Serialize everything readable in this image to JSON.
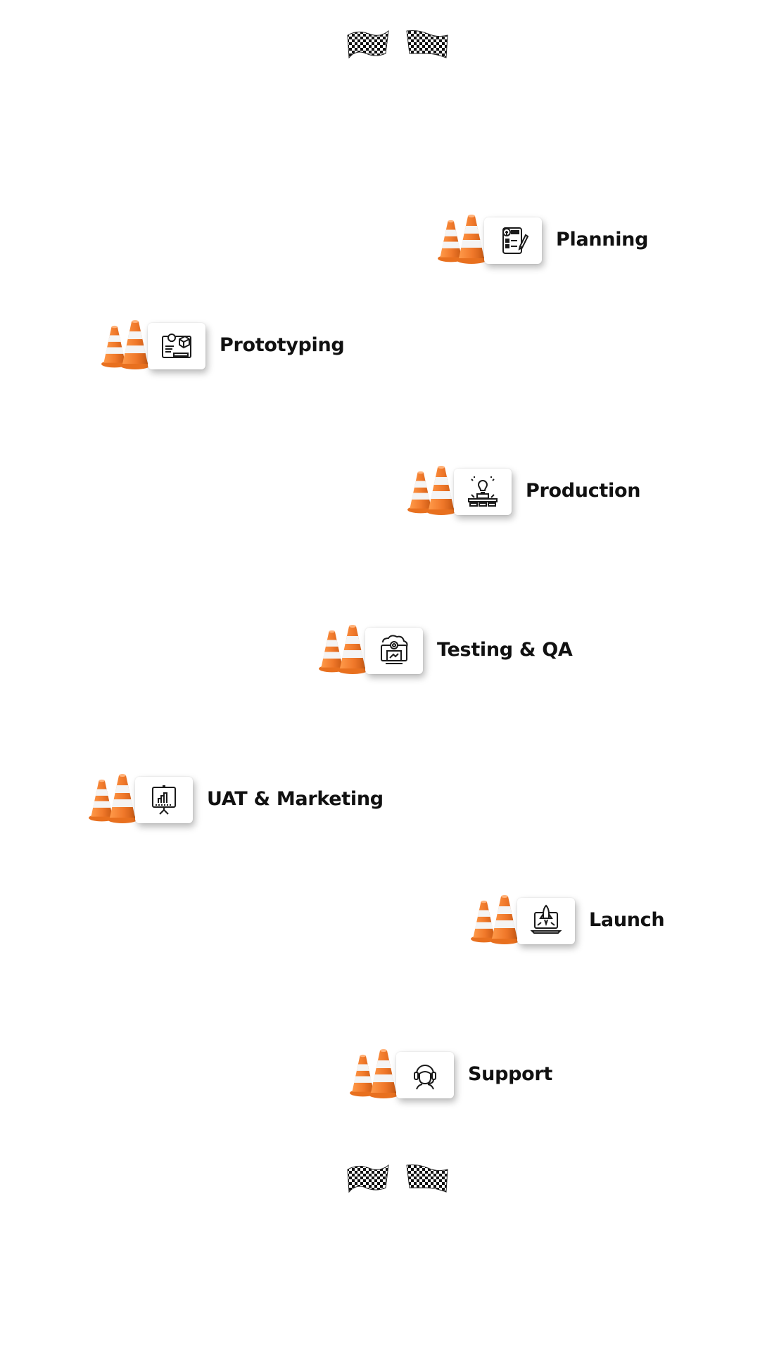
{
  "colors": {
    "cone_orange": "#f0782a",
    "cone_stripe": "#f4f4f4",
    "text": "#111111",
    "icon_stroke": "#1a1a1a"
  },
  "start_flags": {
    "icon": "checkered-flags-icon"
  },
  "finish_flags": {
    "icon": "checkered-flags-icon"
  },
  "stages": [
    {
      "label": "Planning",
      "icon": "planning-document-icon"
    },
    {
      "label": "Prototyping",
      "icon": "blueprint-icon"
    },
    {
      "label": "Production",
      "icon": "lightbulb-conveyor-icon"
    },
    {
      "label": "Testing & QA",
      "icon": "laptop-gear-icon"
    },
    {
      "label": "UAT & Marketing",
      "icon": "presentation-board-icon"
    },
    {
      "label": "Launch",
      "icon": "laptop-rocket-icon"
    },
    {
      "label": "Support",
      "icon": "headset-agent-icon"
    }
  ]
}
